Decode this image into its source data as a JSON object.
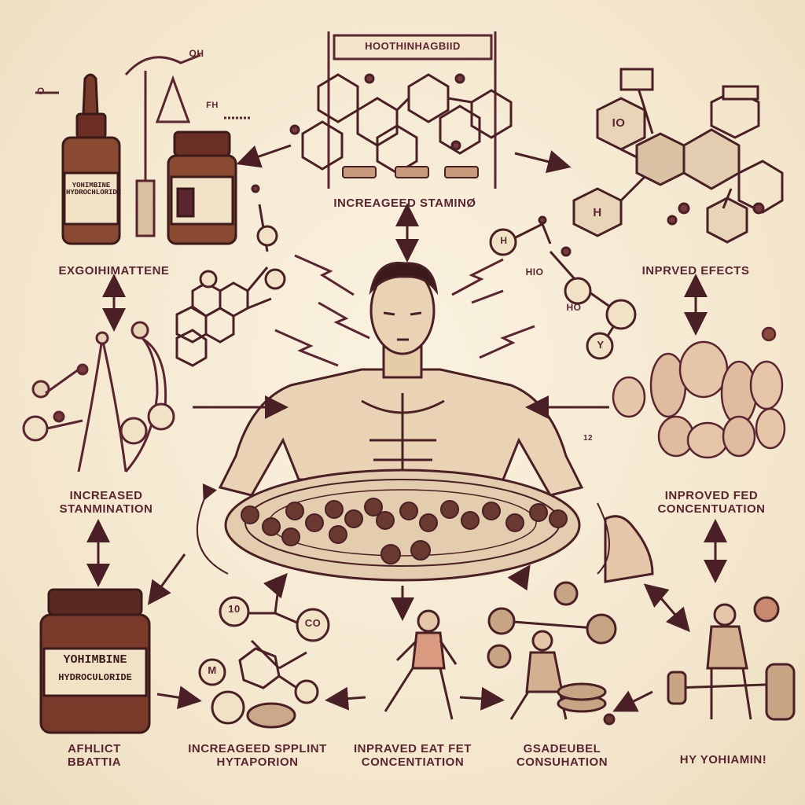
{
  "colors": {
    "background": "#f6ecd6",
    "ink": "#5a2530",
    "skin": "#ead3b4",
    "jar": "#7a3a2a"
  },
  "sign": {
    "text": "HOOTHINHAGBIID"
  },
  "labels": {
    "top_center": "INCREAGEED STAMINØ",
    "top_left": "EXGOIHIMATTENE",
    "top_right": "INPRVED EFECTS",
    "mid_left": "INCREASED STANMINATION",
    "mid_right": "INPROVED FED CONCENTUATION",
    "bottom_1": "AFHLICT BBATTIA",
    "bottom_2": "INCREAGEED SPPLINT HYTAPORION",
    "bottom_3": "INPRAVED EAT FET CONCENTIATION",
    "bottom_4": "GSADEUBEL CONSUHATION",
    "bottom_5": "HY YOHIAMIN!"
  },
  "bottles": {
    "dropper_label": "YOHIMBINE HYDROCHLORIDE",
    "big_jar_label_1": "YOHIMBINE",
    "big_jar_label_2": "HYDROCULORIDE"
  },
  "molecule_tags": {
    "oh_top": "OH",
    "o_left": "O",
    "fh": "FH",
    "h": "H",
    "hio": "HIO",
    "ho": "HO",
    "y": "Y",
    "io": "IO",
    "hh": "H",
    "o10": "10",
    "co": "CO",
    "m": "M",
    "twelve": "12"
  },
  "icons": [
    "dropper-bottle-icon",
    "supplement-jar-icon",
    "molecule-icon",
    "arrow-icon",
    "muscular-man-icon",
    "pill-tray-icon",
    "lightning-icon",
    "athlete-icon",
    "barbell-icon",
    "brain-icon"
  ]
}
